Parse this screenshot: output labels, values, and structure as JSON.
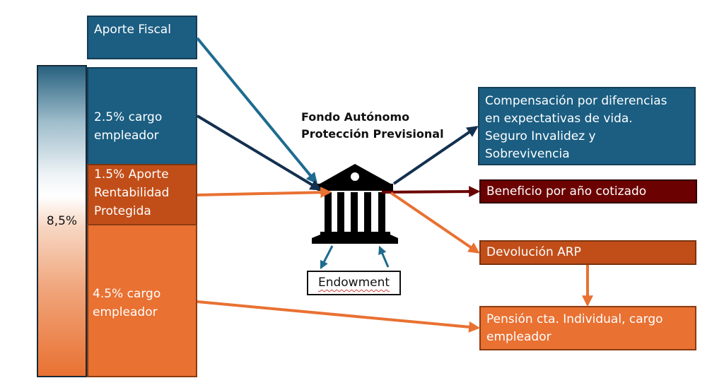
{
  "left_column": {
    "total_label": "8,5%",
    "boxes": [
      {
        "id": "aporte-fiscal",
        "label": "Aporte Fiscal",
        "color": "#1b5e82"
      },
      {
        "id": "cargo-2-5",
        "label": "2.5% cargo empleador",
        "line1": "2.5% cargo",
        "line2": "empleador",
        "color": "#1b5e82"
      },
      {
        "id": "aporte-1-5",
        "line1": "1.5% Aporte",
        "line2": "Rentabilidad",
        "line3": "Protegida",
        "color": "#c14e19"
      },
      {
        "id": "cargo-4-5",
        "line1": "4.5% cargo",
        "line2": "empleador",
        "color": "#e97132"
      }
    ]
  },
  "center": {
    "title_line1": "Fondo Autónomo",
    "title_line2": "Protección Previsional",
    "icon": "bank-icon",
    "endowment_label": "Endowment"
  },
  "right_column": {
    "boxes": [
      {
        "id": "compensacion",
        "line1": "Compensación por diferencias",
        "line2": "en expectativas de vida.",
        "line3": "Seguro Invalidez y",
        "line4": "Sobrevivencia",
        "color": "#1b5e82"
      },
      {
        "id": "beneficio",
        "label": "Beneficio por año cotizado",
        "color": "#6b0101"
      },
      {
        "id": "devolucion",
        "label": "Devolución ARP",
        "color": "#c14e19"
      },
      {
        "id": "pension",
        "line1": "Pensión cta. Individual, cargo",
        "line2": "empleador",
        "color": "#e97132"
      }
    ]
  },
  "arrow_colors": {
    "fiscal": "#1e6b8f",
    "dark_navy": "#13304f",
    "orange": "#e97132",
    "maroon": "#6b0101",
    "endowment": "#1e6b8f"
  }
}
